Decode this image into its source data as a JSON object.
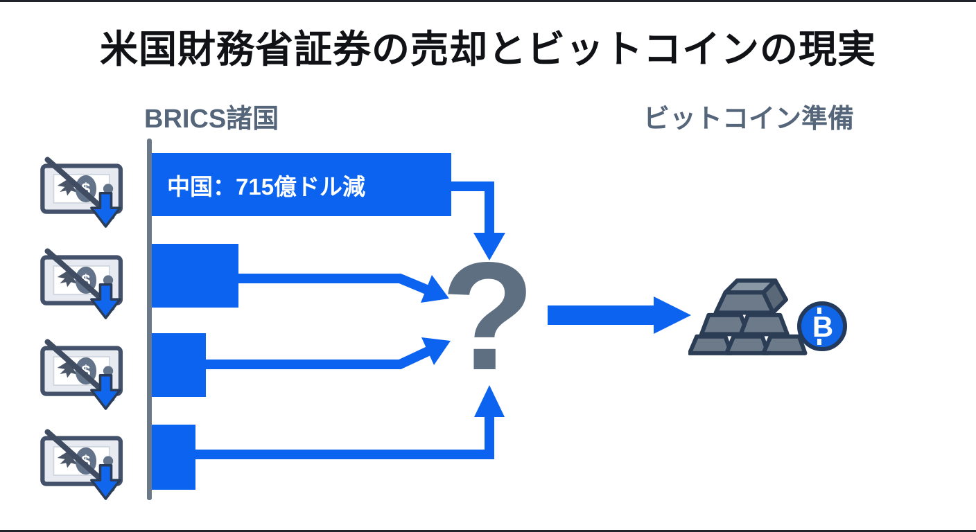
{
  "page": {
    "title": "米国財務省証券の売却とビットコインの現実"
  },
  "sections": {
    "left_label": "BRICS諸国",
    "right_label": "ビットコイン準備"
  },
  "chart_data": {
    "type": "bar",
    "orientation": "horizontal",
    "group_label": "BRICS諸国",
    "bars": [
      {
        "label": "中国：715億ドル減",
        "relative_length": 1.0
      },
      {
        "label": "",
        "relative_length": 0.29
      },
      {
        "label": "",
        "relative_length": 0.18
      },
      {
        "label": "",
        "relative_length": 0.145
      }
    ],
    "bar_color": "#0c63ef",
    "axis": "single vertical baseline, no ticks, no gridlines"
  },
  "center": {
    "question_mark": "?"
  },
  "coin": {
    "bitcoin_letter": "B"
  },
  "bill": {
    "dollar_sign": "$"
  },
  "icons": {
    "left_column": [
      "dollar-bill-crossed-icon",
      "dollar-bill-crossed-icon",
      "dollar-bill-crossed-icon",
      "dollar-bill-crossed-icon"
    ],
    "center": "question-mark",
    "flow": "big-right-arrow-icon",
    "right": [
      "gold-bars-icon",
      "bitcoin-icon"
    ]
  },
  "colors": {
    "accent_blue": "#0c63ef",
    "slate_text": "#55657a",
    "question_gray": "#5e6f81",
    "outline_navy": "#2b3c57",
    "bitcoin_blue": "#1166e8",
    "ingot_gray": "#6c7a8a"
  }
}
